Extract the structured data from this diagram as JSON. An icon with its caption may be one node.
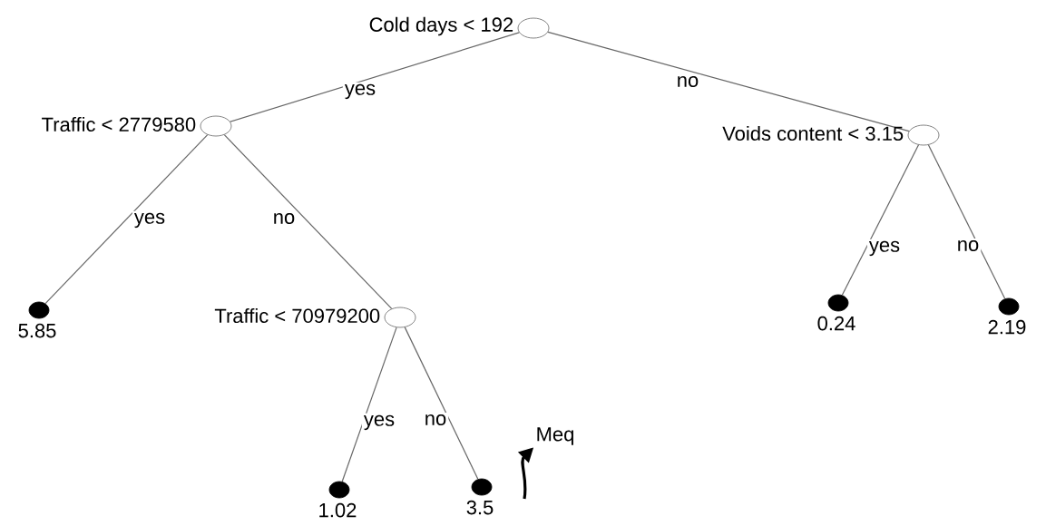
{
  "diagram": {
    "nodes": [
      {
        "text": [],
        "shape": "circle",
        "beside": [
          "Cold days < 192"
        ]
      },
      {
        "text": [],
        "shape": "circle",
        "beside": [
          "Traffic < 2779580"
        ]
      },
      {
        "text": [],
        "shape": "circle",
        "beside": [
          "Voids content < 3.15"
        ]
      },
      {
        "text": [],
        "shape": "circle",
        "beside": [
          "5.85"
        ]
      },
      {
        "text": [],
        "shape": "circle",
        "beside": [
          "Traffic < 70979200"
        ]
      },
      {
        "text": [],
        "shape": "circle",
        "beside": [
          "0.24"
        ]
      },
      {
        "text": [],
        "shape": "circle",
        "beside": [
          "2.19"
        ]
      },
      {
        "text": [
          "Meq"
        ]
      },
      {
        "text": [],
        "shape": "circle",
        "beside": [
          "1.02"
        ]
      },
      {
        "text": [],
        "shape": "circle",
        "beside": [
          "3.5"
        ]
      }
    ],
    "edges": [
      {
        "from": 0,
        "to": 1,
        "label": "yes",
        "arrow": "none"
      },
      {
        "from": 0,
        "to": 2,
        "label": "no",
        "arrow": "none"
      },
      {
        "from": 1,
        "to": 3,
        "label": "yes",
        "arrow": "none"
      },
      {
        "from": 1,
        "to": 4,
        "label": "no",
        "arrow": "none"
      },
      {
        "from": 2,
        "to": 5,
        "label": "yes",
        "arrow": "none"
      },
      {
        "from": 2,
        "to": 6,
        "label": "no",
        "arrow": "none"
      },
      {
        "from": 4,
        "to": 8,
        "label": "yes",
        "arrow": "none"
      },
      {
        "from": 4,
        "to": 9,
        "label": "no",
        "arrow": "none"
      },
      {
        "from": null,
        "to": 7,
        "arrow": "to",
        "color": "#000000",
        "style": "thick"
      }
    ]
  }
}
